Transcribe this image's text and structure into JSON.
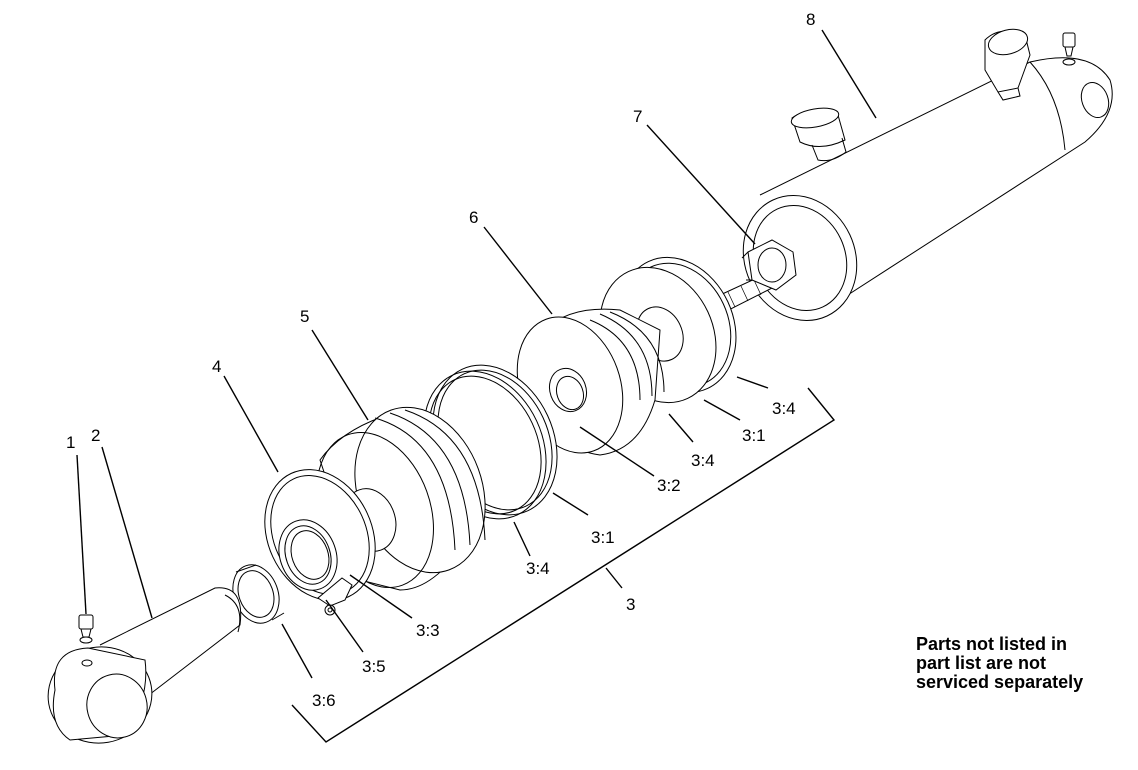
{
  "callouts": {
    "c1": "1",
    "c2": "2",
    "c3": "3",
    "c3_1a": "3:1",
    "c3_1b": "3:1",
    "c3_2": "3:2",
    "c3_3": "3:3",
    "c3_4a": "3:4",
    "c3_4b": "3:4",
    "c3_4c": "3:4",
    "c3_5": "3:5",
    "c3_6": "3:6",
    "c4": "4",
    "c5": "5",
    "c6": "6",
    "c7": "7",
    "c8": "8"
  },
  "note": {
    "line1": "Parts not listed in",
    "line2": "part list are not",
    "line3": "serviced separately"
  }
}
